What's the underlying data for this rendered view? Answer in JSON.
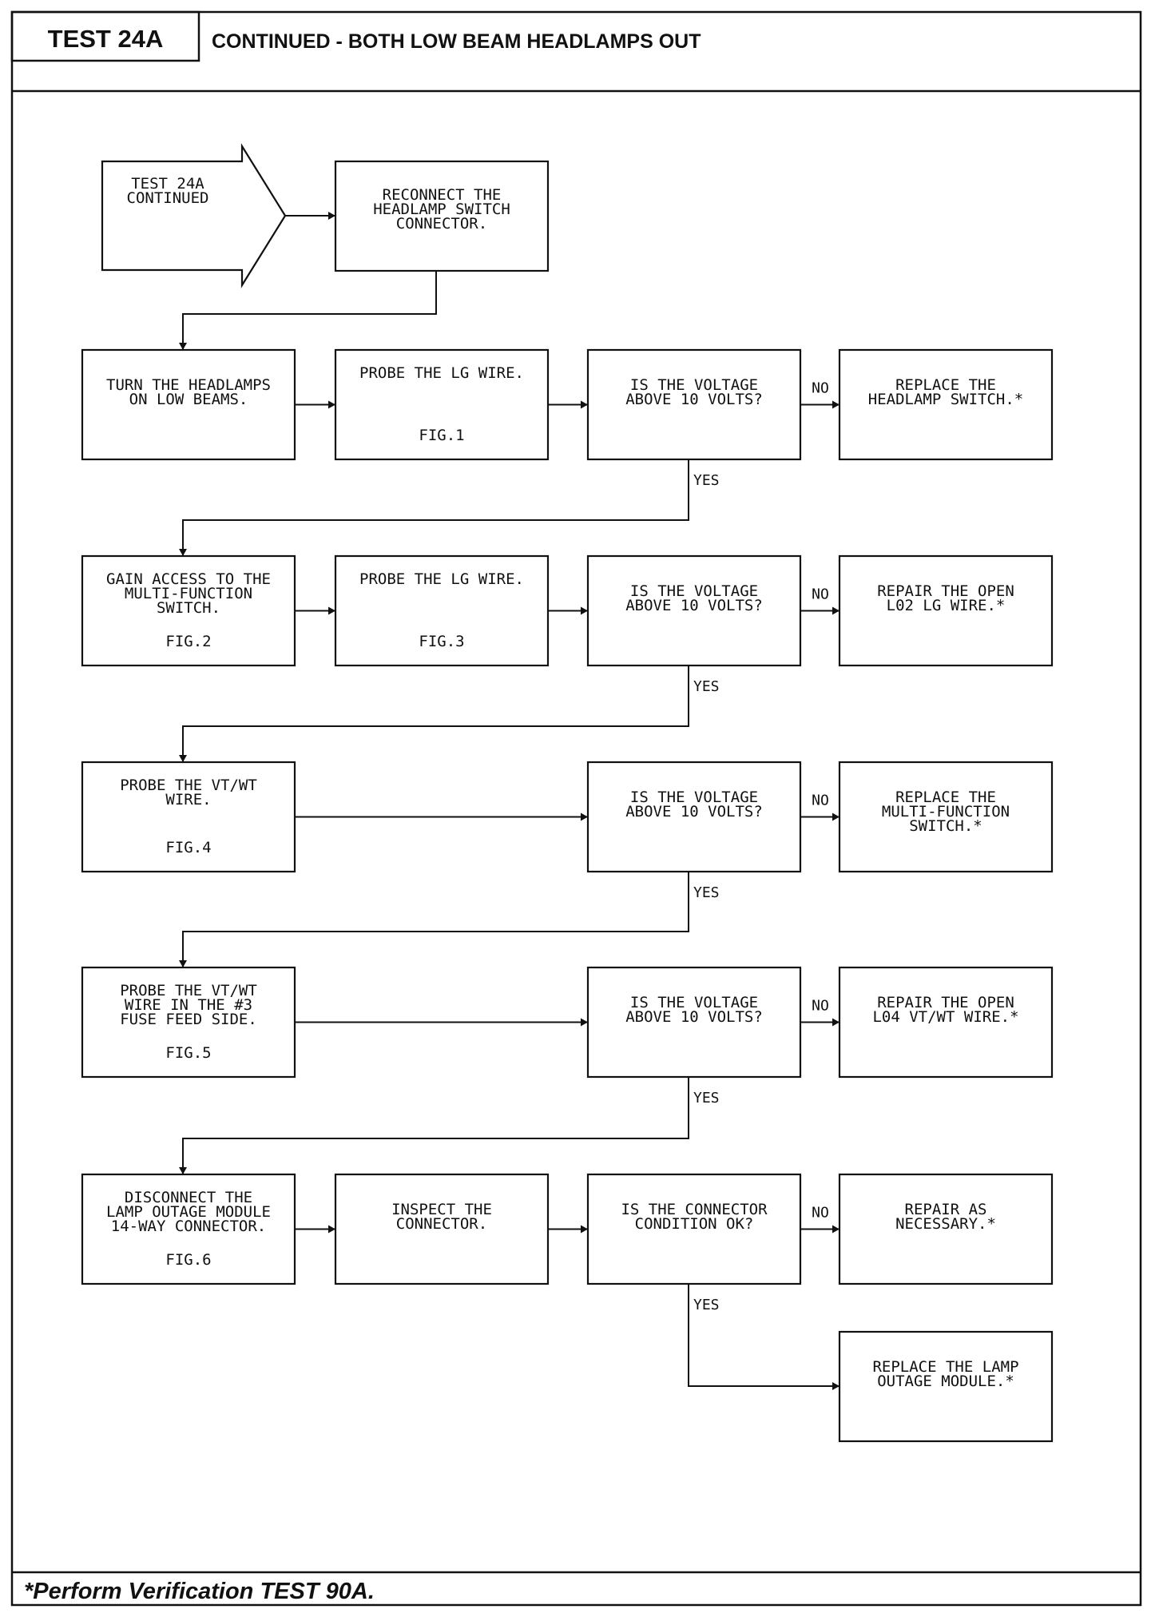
{
  "header": {
    "test_label": "TEST 24A",
    "title": "CONTINUED - BOTH LOW BEAM HEADLAMPS OUT"
  },
  "footer": {
    "note": "*Perform Verification TEST 90A."
  },
  "flowchart": {
    "start": {
      "id": "start",
      "lines": [
        "TEST 24A",
        "CONTINUED"
      ]
    },
    "nodes": [
      {
        "id": "n1",
        "lines": [
          "RECONNECT THE",
          "HEADLAMP SWITCH",
          "CONNECTOR."
        ],
        "fig": ""
      },
      {
        "id": "r1a",
        "lines": [
          "TURN THE HEADLAMPS",
          "ON LOW BEAMS."
        ],
        "fig": ""
      },
      {
        "id": "r1b",
        "lines": [
          "PROBE THE LG WIRE."
        ],
        "fig": "FIG.1"
      },
      {
        "id": "r1c",
        "lines": [
          "IS THE VOLTAGE",
          "ABOVE 10 VOLTS?"
        ],
        "fig": ""
      },
      {
        "id": "r1d",
        "lines": [
          "REPLACE THE",
          "HEADLAMP SWITCH.*"
        ],
        "fig": ""
      },
      {
        "id": "r2a",
        "lines": [
          "GAIN ACCESS TO THE",
          "MULTI-FUNCTION",
          "SWITCH."
        ],
        "fig": "FIG.2"
      },
      {
        "id": "r2b",
        "lines": [
          "PROBE THE LG WIRE."
        ],
        "fig": "FIG.3"
      },
      {
        "id": "r2c",
        "lines": [
          "IS THE VOLTAGE",
          "ABOVE 10 VOLTS?"
        ],
        "fig": ""
      },
      {
        "id": "r2d",
        "lines": [
          "REPAIR THE OPEN",
          "L02 LG WIRE.*"
        ],
        "fig": ""
      },
      {
        "id": "r3a",
        "lines": [
          "PROBE THE VT/WT",
          "WIRE."
        ],
        "fig": "FIG.4"
      },
      {
        "id": "r3c",
        "lines": [
          "IS THE VOLTAGE",
          "ABOVE 10 VOLTS?"
        ],
        "fig": ""
      },
      {
        "id": "r3d",
        "lines": [
          "REPLACE THE",
          "MULTI-FUNCTION",
          "SWITCH.*"
        ],
        "fig": ""
      },
      {
        "id": "r4a",
        "lines": [
          "PROBE THE VT/WT",
          "WIRE IN THE #3",
          "FUSE FEED SIDE."
        ],
        "fig": "FIG.5"
      },
      {
        "id": "r4c",
        "lines": [
          "IS THE VOLTAGE",
          "ABOVE 10 VOLTS?"
        ],
        "fig": ""
      },
      {
        "id": "r4d",
        "lines": [
          "REPAIR THE OPEN",
          "L04 VT/WT WIRE.*"
        ],
        "fig": ""
      },
      {
        "id": "r5a",
        "lines": [
          "DISCONNECT THE",
          "LAMP OUTAGE MODULE",
          "14-WAY CONNECTOR."
        ],
        "fig": "FIG.6"
      },
      {
        "id": "r5b",
        "lines": [
          "INSPECT THE",
          "CONNECTOR."
        ],
        "fig": ""
      },
      {
        "id": "r5c",
        "lines": [
          "IS THE CONNECTOR",
          "CONDITION OK?"
        ],
        "fig": ""
      },
      {
        "id": "r5d",
        "lines": [
          "REPAIR AS",
          "NECESSARY.*"
        ],
        "fig": ""
      },
      {
        "id": "r6d",
        "lines": [
          "REPLACE THE LAMP",
          "OUTAGE MODULE.*"
        ],
        "fig": ""
      }
    ],
    "edges": [
      {
        "from": "start",
        "to": "n1",
        "label": ""
      },
      {
        "from": "n1",
        "to": "r1a",
        "label": ""
      },
      {
        "from": "r1a",
        "to": "r1b",
        "label": ""
      },
      {
        "from": "r1b",
        "to": "r1c",
        "label": ""
      },
      {
        "from": "r1c",
        "to": "r1d",
        "label": "NO"
      },
      {
        "from": "r1c",
        "to": "r2a",
        "label": "YES"
      },
      {
        "from": "r2a",
        "to": "r2b",
        "label": ""
      },
      {
        "from": "r2b",
        "to": "r2c",
        "label": ""
      },
      {
        "from": "r2c",
        "to": "r2d",
        "label": "NO"
      },
      {
        "from": "r2c",
        "to": "r3a",
        "label": "YES"
      },
      {
        "from": "r3a",
        "to": "r3c",
        "label": ""
      },
      {
        "from": "r3c",
        "to": "r3d",
        "label": "NO"
      },
      {
        "from": "r3c",
        "to": "r4a",
        "label": "YES"
      },
      {
        "from": "r4a",
        "to": "r4c",
        "label": ""
      },
      {
        "from": "r4c",
        "to": "r4d",
        "label": "NO"
      },
      {
        "from": "r4c",
        "to": "r5a",
        "label": "YES"
      },
      {
        "from": "r5a",
        "to": "r5b",
        "label": ""
      },
      {
        "from": "r5b",
        "to": "r5c",
        "label": ""
      },
      {
        "from": "r5c",
        "to": "r5d",
        "label": "NO"
      },
      {
        "from": "r5c",
        "to": "r6d",
        "label": "YES"
      }
    ]
  }
}
